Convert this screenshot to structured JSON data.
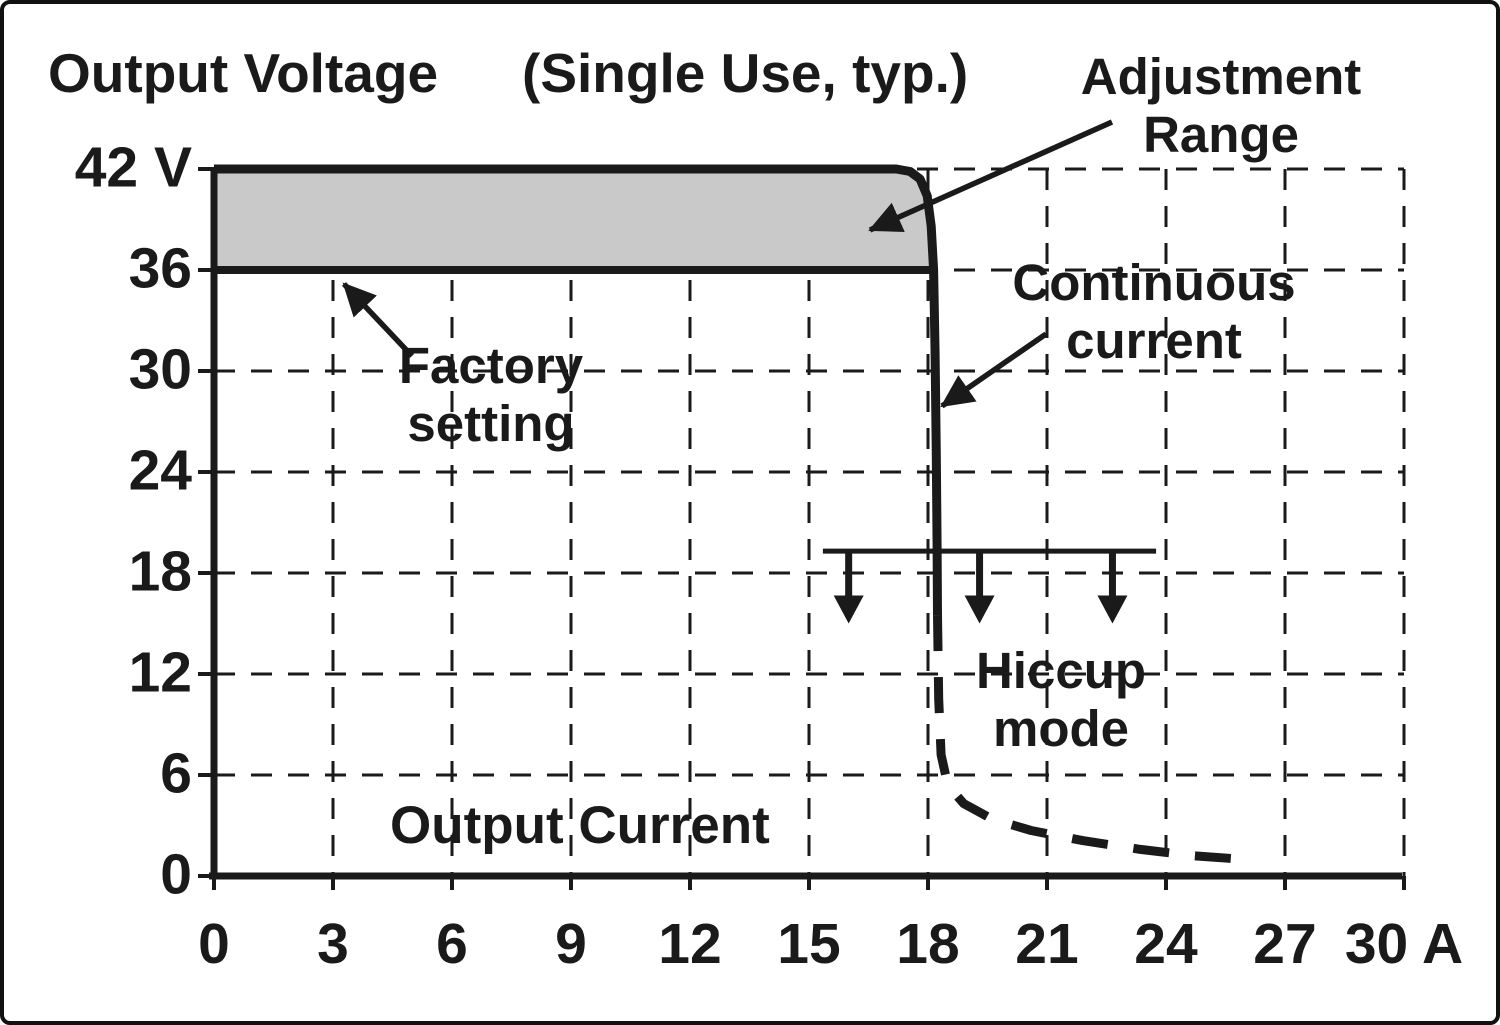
{
  "frame": {
    "title_left": "Output Voltage",
    "title_center": "(Single Use, typ.)"
  },
  "annotations": {
    "adjustment_range": "Adjustment Range",
    "continuous_current": "Continuous current",
    "factory_setting": "Factory setting",
    "hiccup_mode": "Hiccup mode",
    "output_current": "Output Current"
  },
  "chart_data": {
    "type": "line",
    "title": "Output Voltage (Single Use, typ.)",
    "xlabel": "Output Current",
    "ylabel": "Output Voltage",
    "x_unit": "A",
    "y_unit": "V",
    "xlim": [
      0,
      30
    ],
    "ylim": [
      0,
      42
    ],
    "x_ticks": [
      0,
      3,
      6,
      9,
      12,
      15,
      18,
      21,
      24,
      27,
      30
    ],
    "x_tick_labels": [
      "0",
      "3",
      "6",
      "9",
      "12",
      "15",
      "18",
      "21",
      "24",
      "27",
      "30 A"
    ],
    "y_ticks": [
      0,
      6,
      12,
      18,
      24,
      30,
      36,
      42
    ],
    "y_tick_labels": [
      "0",
      "6",
      "12",
      "18",
      "24",
      "30",
      "36",
      "42 V"
    ],
    "grid": "dashed",
    "legend": "none",
    "factory_setting_voltage": 36,
    "adjustment_range_voltage": [
      36,
      42
    ],
    "continuous_current_limit": 18,
    "band": {
      "x_start": 0,
      "y_low": 36,
      "y_high": 42,
      "right_edge": [
        [
          17.2,
          42
        ],
        [
          17.55,
          41.85
        ],
        [
          17.8,
          41.4
        ],
        [
          17.98,
          40.4
        ],
        [
          18.08,
          38.6
        ],
        [
          18.14,
          36
        ]
      ]
    },
    "series": [
      {
        "name": "output-characteristic-solid",
        "style": "solid",
        "points": [
          [
            0,
            42
          ],
          [
            17.2,
            42
          ],
          [
            17.55,
            41.85
          ],
          [
            17.8,
            41.4
          ],
          [
            17.98,
            40.4
          ],
          [
            18.08,
            38.6
          ],
          [
            18.14,
            36
          ],
          [
            18.18,
            31
          ],
          [
            18.21,
            25
          ],
          [
            18.23,
            19.5
          ],
          [
            18.24,
            15.5
          ]
        ]
      },
      {
        "name": "hiccup-foldback-dashed",
        "style": "dashed",
        "points": [
          [
            18.24,
            15.5
          ],
          [
            18.27,
            10.5
          ],
          [
            18.33,
            7.2
          ],
          [
            18.5,
            5.4
          ],
          [
            18.9,
            4.3
          ],
          [
            19.6,
            3.4
          ],
          [
            20.6,
            2.7
          ],
          [
            21.9,
            2.1
          ],
          [
            23.3,
            1.6
          ],
          [
            24.7,
            1.2
          ],
          [
            25.9,
            1.0
          ]
        ]
      }
    ],
    "hiccup_marker": {
      "bar_voltage": 19.3,
      "bar_x_range": [
        15.35,
        23.75
      ],
      "arrow_x": [
        16.0,
        19.3,
        22.65
      ],
      "arrow_tip_voltage": 15.0
    }
  },
  "colors": {
    "background": "#ffffff",
    "ink": "#1a1a1a",
    "band_fill": "#c9c9c9"
  }
}
